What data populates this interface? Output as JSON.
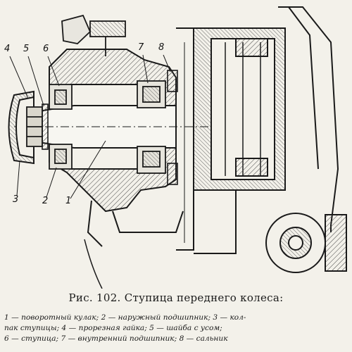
{
  "figure": {
    "callouts": {
      "c4": "4",
      "c5": "5",
      "c6": "6",
      "c7": "7",
      "c8": "8",
      "c3": "3",
      "c2": "2",
      "c1": "1"
    }
  },
  "caption": {
    "text": "Рис. 102. Ступица переднего колеса:"
  },
  "legend": {
    "line1": "1 — поворотный кулак; 2 — наружный подшипник; 3 — кол-",
    "line2": "пак ступицы; 4 — прорезная гайка; 5 — шайба с усом;",
    "line3": "6 — ступица; 7 — внутренний подшипник; 8 — сальник"
  }
}
